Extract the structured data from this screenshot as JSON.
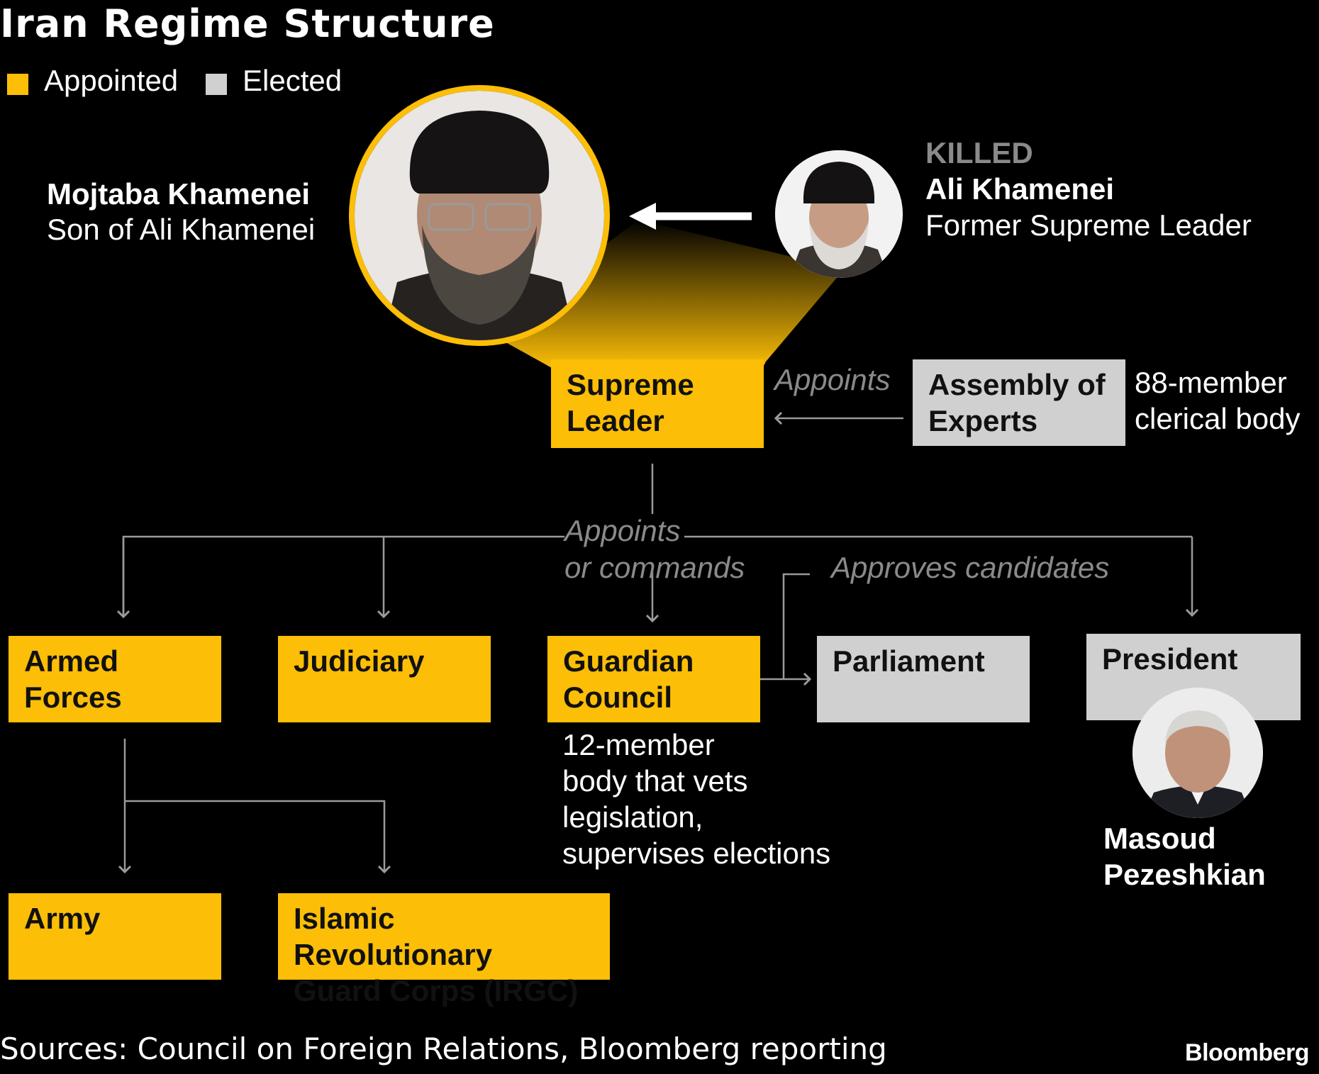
{
  "title": "Iran Regime Structure",
  "legend": [
    {
      "label": "Appointed",
      "color": "#fcbe06"
    },
    {
      "label": "Elected",
      "color": "#d0d0d0"
    }
  ],
  "new_leader": {
    "name": "Mojtaba Khamenei",
    "desc": "Son of Ali Khamenei",
    "photo_icon": "portrait-mojtaba-khamenei"
  },
  "former_leader": {
    "status": "KILLED",
    "name": "Ali Khamenei",
    "desc": "Former Supreme Leader",
    "photo_icon": "portrait-ali-khamenei"
  },
  "supreme_leader": {
    "line1": "Supreme",
    "line2": "Leader"
  },
  "assembly": {
    "line1": "Assembly of",
    "line2": "Experts",
    "note1": "88-member",
    "note2": "clerical body",
    "relation": "Appoints"
  },
  "appoints_commands": {
    "line1": "Appoints",
    "line2": "or commands"
  },
  "approves": "Approves candidates",
  "armed_forces": {
    "line1": "Armed",
    "line2": "Forces"
  },
  "judiciary": "Judiciary",
  "guardian": {
    "line1": "Guardian",
    "line2": "Council",
    "note": [
      "12-member",
      "body that vets",
      "legislation,",
      "supervises elections"
    ]
  },
  "parliament": "Parliament",
  "president": {
    "label": "President",
    "person_line1": "Masoud",
    "person_line2": "Pezeshkian",
    "photo_icon": "portrait-masoud-pezeshkian"
  },
  "army": "Army",
  "irgc": {
    "line1": "Islamic Revolutionary",
    "line2": "Guard Corps (IRGC)"
  },
  "sources": "Sources: Council on Foreign Relations, Bloomberg reporting",
  "brand": "Bloomberg"
}
